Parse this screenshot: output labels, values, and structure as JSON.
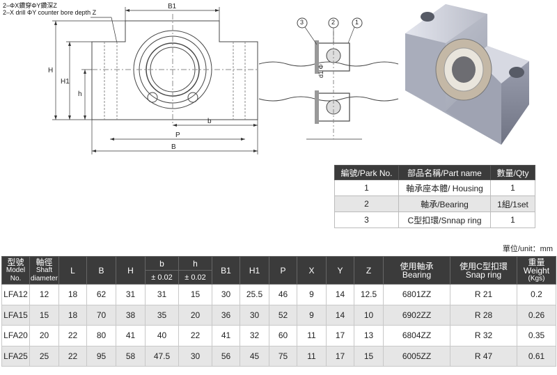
{
  "drawing": {
    "note_line1": "2–ΦX鑽穿ΦY鑽深Z",
    "note_line2": "2–X drill ΦY counter bore depth Z",
    "dim_b1": "B1",
    "dim_h": "H",
    "dim_h1": "H1",
    "dim_h_small": "h",
    "dim_b_small": "b",
    "dim_p": "P",
    "dim_b": "B",
    "dim_d1": "d1 Φ",
    "callout_3": "3",
    "callout_2": "2",
    "callout_1": "1"
  },
  "parts_table": {
    "headers": [
      "編號/Park No.",
      "部品名稱/Part name",
      "數量/Qty"
    ],
    "rows": [
      {
        "no": "1",
        "name": "軸承座本體/ Housing",
        "qty": "1"
      },
      {
        "no": "2",
        "name": "軸承/Bearing",
        "qty": "1組/1set"
      },
      {
        "no": "3",
        "name": "C型扣環/Snnap ring",
        "qty": "1"
      }
    ]
  },
  "unit_label": "單位/unit：mm",
  "spec_table": {
    "h_model_cn": "型號",
    "h_model_en": "Model No.",
    "h_shaft_cn": "軸徑",
    "h_shaft_en1": "Shaft",
    "h_shaft_en2": "diameter",
    "h_L": "L",
    "h_B": "B",
    "h_H": "H",
    "h_b": "b",
    "h_b_tol": "± 0.02",
    "h_h": "h",
    "h_h_tol": "± 0.02",
    "h_B1": "B1",
    "h_H1": "H1",
    "h_P": "P",
    "h_X": "X",
    "h_Y": "Y",
    "h_Z": "Z",
    "h_bearing_cn": "使用軸承",
    "h_bearing_en": "Bearing",
    "h_snap_cn": "使用C型扣環",
    "h_snap_en": "Snap ring",
    "h_weight_cn": "重量",
    "h_weight_en1": "Weight",
    "h_weight_en2": "(Kgs)",
    "rows": [
      {
        "model": "LFA12",
        "shaft": "12",
        "L": "18",
        "B": "62",
        "H": "31",
        "b": "31",
        "h": "15",
        "B1": "30",
        "H1": "25.5",
        "P": "46",
        "X": "9",
        "Y": "14",
        "Z": "12.5",
        "bearing": "6801ZZ",
        "snap": "R 21",
        "weight": "0.2"
      },
      {
        "model": "LFA15",
        "shaft": "15",
        "L": "18",
        "B": "70",
        "H": "38",
        "b": "35",
        "h": "20",
        "B1": "36",
        "H1": "30",
        "P": "52",
        "X": "9",
        "Y": "14",
        "Z": "10",
        "bearing": "6902ZZ",
        "snap": "R 28",
        "weight": "0.26"
      },
      {
        "model": "LFA20",
        "shaft": "20",
        "L": "22",
        "B": "80",
        "H": "41",
        "b": "40",
        "h": "22",
        "B1": "41",
        "H1": "32",
        "P": "60",
        "X": "11",
        "Y": "17",
        "Z": "13",
        "bearing": "6804ZZ",
        "snap": "R 32",
        "weight": "0.35"
      },
      {
        "model": "LFA25",
        "shaft": "25",
        "L": "22",
        "B": "95",
        "H": "58",
        "b": "47.5",
        "h": "30",
        "B1": "56",
        "H1": "45",
        "P": "75",
        "X": "11",
        "Y": "17",
        "Z": "15",
        "bearing": "6005ZZ",
        "snap": "R 47",
        "weight": "0.61"
      }
    ]
  }
}
